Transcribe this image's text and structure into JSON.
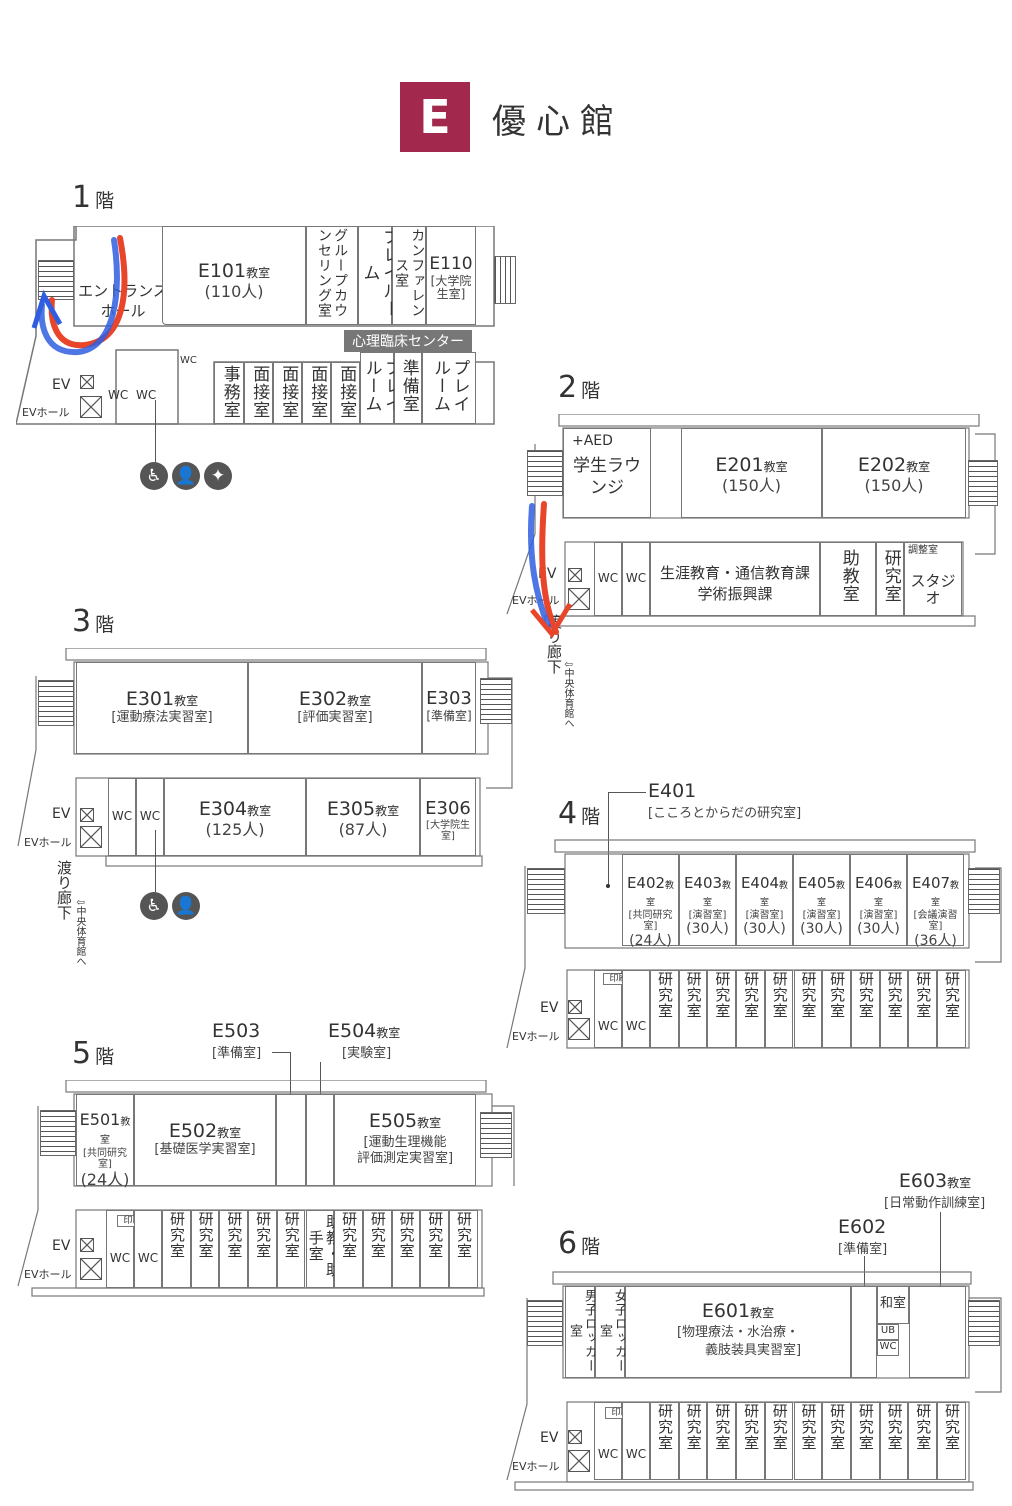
{
  "header": {
    "badge": "E",
    "title": "優心館",
    "badge_color": "#a3284e"
  },
  "floors": {
    "f1": {
      "label": "1",
      "unit": "階"
    },
    "f2": {
      "label": "2",
      "unit": "階"
    },
    "f3": {
      "label": "3",
      "unit": "階"
    },
    "f4": {
      "label": "4",
      "unit": "階"
    },
    "f5": {
      "label": "5",
      "unit": "階"
    },
    "f6": {
      "label": "6",
      "unit": "階"
    }
  },
  "common": {
    "kyoshitsu": "教室",
    "wc": "WC",
    "ev": "EV",
    "ev_hall": "EVホール",
    "kenkyu": "研究室",
    "insatsu": "印刷室",
    "watari": "渡り廊下",
    "chuo": "⇩中央体育館へ"
  },
  "f1": {
    "entrance": "エントランスホール",
    "e101": {
      "name": "E101",
      "cap": "(110人)"
    },
    "group": "グループカウンセリング室",
    "play1": "プレイルーム",
    "conf": "カンファレンス室",
    "e110": {
      "name": "E110",
      "sub": "[大学院生室]"
    },
    "center": "心理臨床センター",
    "jimu": "事務室",
    "mensetsu": "面接室",
    "play2": "プレイルーム",
    "junbi": "準備室",
    "play3": "プレイルーム"
  },
  "f2": {
    "aed": "+AED",
    "lounge": "学生ラウンジ",
    "e201": {
      "name": "E201",
      "cap": "(150人)"
    },
    "e202": {
      "name": "E202",
      "cap": "(150人)"
    },
    "office_line1": "生涯教育・通信教育課",
    "office_line2": "学術振興課",
    "jokyo": "助教室",
    "kenkyu": "研究室",
    "chosei": "調整室",
    "studio": "スタジオ"
  },
  "f3": {
    "e301": {
      "name": "E301",
      "sub": "[運動療法実習室]"
    },
    "e302": {
      "name": "E302",
      "sub": "[評価実習室]"
    },
    "e303": {
      "name": "E303",
      "sub": "[準備室]"
    },
    "e304": {
      "name": "E304",
      "cap": "(125人)"
    },
    "e305": {
      "name": "E305",
      "cap": "(87人)"
    },
    "e306": {
      "name": "E306",
      "sub": "[大学院生室]"
    }
  },
  "f4": {
    "e401": {
      "name": "E401",
      "sub": "[こころとからだの研究室]"
    },
    "rooms": [
      {
        "name": "E402",
        "sub": "[共同研究室]",
        "cap": "(24人)"
      },
      {
        "name": "E403",
        "sub": "[演習室]",
        "cap": "(30人)"
      },
      {
        "name": "E404",
        "sub": "[演習室]",
        "cap": "(30人)"
      },
      {
        "name": "E405",
        "sub": "[演習室]",
        "cap": "(30人)"
      },
      {
        "name": "E406",
        "sub": "[演習室]",
        "cap": "(30人)"
      },
      {
        "name": "E407",
        "sub": "[会議演習室]",
        "cap": "(36人)"
      }
    ]
  },
  "f5": {
    "e501": {
      "name": "E501",
      "sub": "[共同研究室]",
      "cap": "(24人)"
    },
    "e502": {
      "name": "E502",
      "sub": "[基礎医学実習室]"
    },
    "e503": {
      "name": "E503",
      "sub": "[準備室]"
    },
    "e504": {
      "name": "E504",
      "sub": "[実験室]"
    },
    "e505": {
      "name": "E505",
      "sub1": "[運動生理機能",
      "sub2": "評価測定実習室]"
    },
    "jokyo": "助教・助手室"
  },
  "f6": {
    "male": "男子ロッカー室",
    "female": "女子ロッカー室",
    "e601": {
      "name": "E601",
      "sub1": "[物理療法・水治療・",
      "sub2": "義肢装具実習室]"
    },
    "e602": {
      "name": "E602",
      "sub": "[準備室]"
    },
    "e603": {
      "name": "E603",
      "sub": "[日常動作訓練室]"
    },
    "washitsu": "和室",
    "ub": "UB",
    "wc": "WC"
  },
  "accessibility_icons": [
    "wheelchair-icon",
    "person-icon",
    "baby-changing-icon"
  ],
  "route_colors": {
    "red": "#e8452a",
    "blue": "#2f5fe0"
  }
}
